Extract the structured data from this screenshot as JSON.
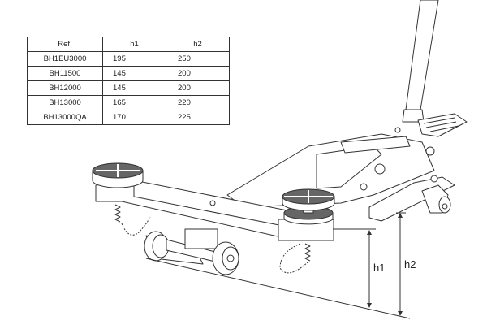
{
  "table": {
    "headers": [
      "Ref.",
      "h1",
      "h2"
    ],
    "rows": [
      [
        "BH1EU3000",
        "195",
        "250"
      ],
      [
        "BH11500",
        "145",
        "200"
      ],
      [
        "BH12000",
        "145",
        "200"
      ],
      [
        "BH13000",
        "165",
        "220"
      ],
      [
        "BH13000QA",
        "170",
        "225"
      ]
    ]
  },
  "dimensions": {
    "h1_label": "h1",
    "h2_label": "h2"
  }
}
